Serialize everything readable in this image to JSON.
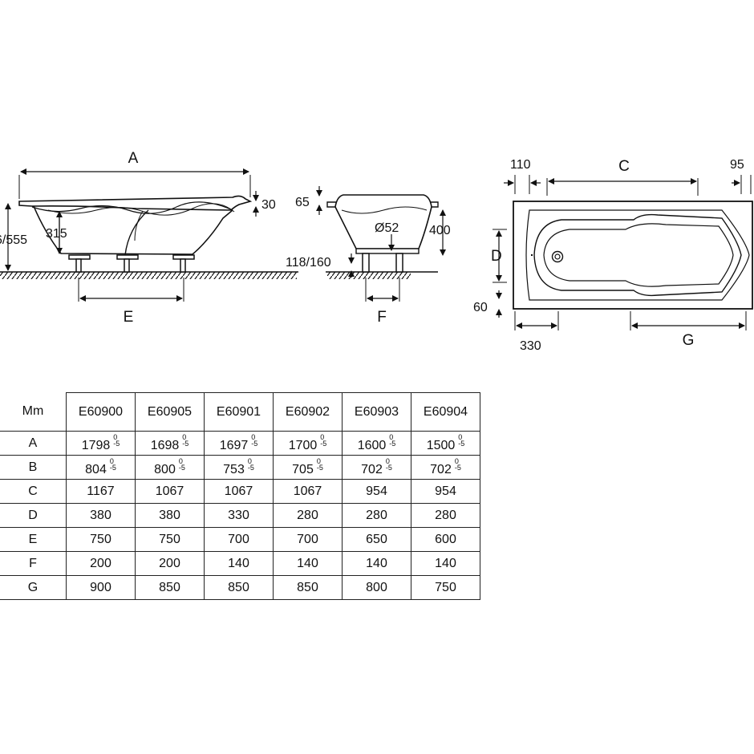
{
  "drawing": {
    "labels": {
      "A": "A",
      "C": "C",
      "D": "D",
      "E": "E",
      "F": "F",
      "G": "G",
      "d30": "30",
      "d315": "315",
      "d_height": "6/555",
      "d65": "65",
      "d400": "400",
      "d52": "Ø52",
      "d118": "118/160",
      "d110": "110",
      "d95": "95",
      "d60": "60",
      "d330": "330"
    }
  },
  "table": {
    "corner": "Mm",
    "models": [
      "E60900",
      "E60905",
      "E60901",
      "E60902",
      "E60903",
      "E60904"
    ],
    "tolerance": {
      "upper": "0",
      "lower": "-5"
    },
    "rows": [
      {
        "label": "A",
        "values": [
          "1798",
          "1698",
          "1697",
          "1700",
          "1600",
          "1500"
        ],
        "tol": [
          true,
          true,
          true,
          true,
          true,
          true
        ]
      },
      {
        "label": "B",
        "values": [
          "804",
          "800",
          "753",
          "705",
          "702",
          "702"
        ],
        "tol": [
          true,
          true,
          true,
          true,
          true,
          true
        ]
      },
      {
        "label": "C",
        "values": [
          "1167",
          "1067",
          "1067",
          "1067",
          "954",
          "954"
        ],
        "tol": [
          false,
          false,
          false,
          false,
          false,
          false
        ]
      },
      {
        "label": "D",
        "values": [
          "380",
          "380",
          "330",
          "280",
          "280",
          "280"
        ],
        "tol": [
          false,
          false,
          false,
          false,
          false,
          false
        ]
      },
      {
        "label": "E",
        "values": [
          "750",
          "750",
          "700",
          "700",
          "650",
          "600"
        ],
        "tol": [
          false,
          false,
          false,
          false,
          false,
          false
        ]
      },
      {
        "label": "F",
        "values": [
          "200",
          "200",
          "140",
          "140",
          "140",
          "140"
        ],
        "tol": [
          false,
          false,
          false,
          false,
          false,
          false
        ]
      },
      {
        "label": "G",
        "values": [
          "900",
          "850",
          "850",
          "850",
          "800",
          "750"
        ],
        "tol": [
          false,
          false,
          false,
          false,
          false,
          false
        ]
      }
    ]
  }
}
